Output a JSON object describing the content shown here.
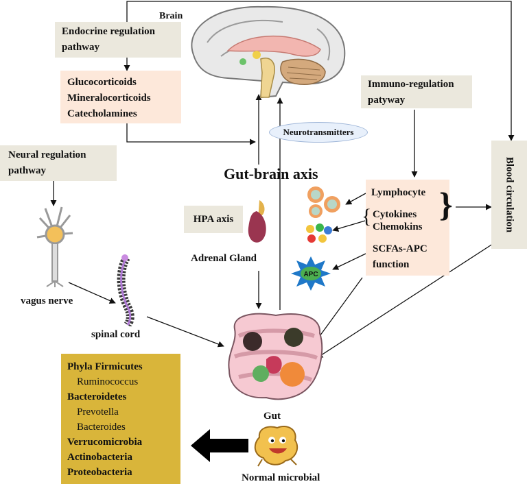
{
  "labels": {
    "brain": "Brain",
    "endocrine": "Endocrine regulation pathway",
    "hormones": [
      "Glucocorticoids",
      "Mineralocorticoids",
      "Catecholamines"
    ],
    "neural": "Neural regulation pathway",
    "immuno": "Immuno-regulation patyway",
    "neurotransmitters": "Neurotransmitters",
    "axis_title": "Gut-brain axis",
    "hpa": "HPA axis",
    "adrenal": "Adrenal Gland",
    "immune_cells": [
      "Lymphocyte",
      "Cytokines",
      "Chemokins"
    ],
    "scfa": "SCFAs-APC function",
    "apc": "APC",
    "blood": "Blood circulation",
    "vagus": "vagus nerve",
    "spinal": "spinal cord",
    "gut": "Gut",
    "normal_microbial": "Normal microbial"
  },
  "phyla": [
    {
      "text": "Phyla Firmicutes",
      "level": "phylum"
    },
    {
      "text": "Ruminococcus",
      "level": "genus"
    },
    {
      "text": "Bacteroidetes",
      "level": "phylum"
    },
    {
      "text": "Prevotella",
      "level": "genus"
    },
    {
      "text": "Bacteroides",
      "level": "genus"
    },
    {
      "text": "Verrucomicrobia",
      "level": "phylum"
    },
    {
      "text": "Actinobacteria",
      "level": "phylum"
    },
    {
      "text": "Proteobacteria",
      "level": "phylum"
    }
  ],
  "colors": {
    "beige_box": "#ebe8dd",
    "peach_box": "#fde8da",
    "phyla_box": "#d9b53a",
    "apc_star": "#1f78c8",
    "apc_core": "#4caf50",
    "lymphocyte": "#f0a060",
    "adrenal": "#9a3550",
    "gut": "#f6c9d2",
    "microbe": "#f2c14e"
  },
  "icons": [
    "brain-icon",
    "neuron-icon",
    "spinal-cord-icon",
    "adrenal-gland-icon",
    "lymphocyte-icon",
    "cytokine-icon",
    "apc-icon",
    "gut-icon",
    "microbe-icon"
  ]
}
